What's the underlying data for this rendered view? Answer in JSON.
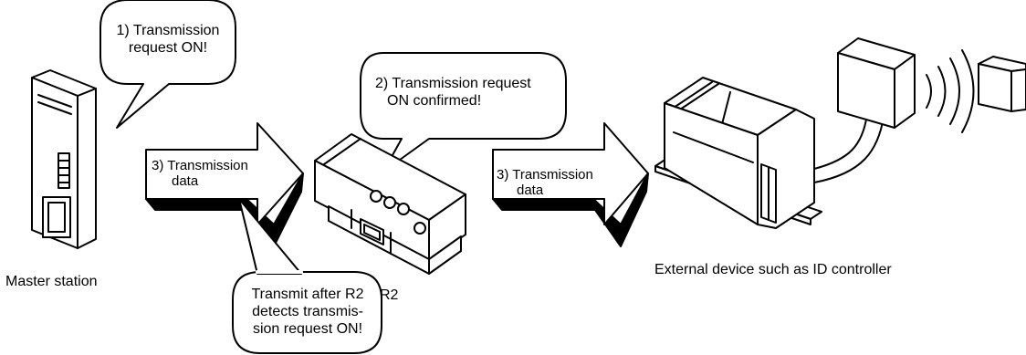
{
  "colors": {
    "ink": "#000000",
    "paper": "#ffffff"
  },
  "bubbles": {
    "transmission_request_on": {
      "line1": "1) Transmission",
      "line2": "request ON!"
    },
    "request_confirmed": {
      "line1": "2) Transmission request",
      "line2": "ON confirmed!"
    },
    "transmit_after": {
      "line1": "Transmit after R2",
      "line2": "detects transmis-",
      "line3": "sion request ON!"
    }
  },
  "arrows": {
    "master_to_r2": {
      "line1": "3) Transmission",
      "line2": "data"
    },
    "r2_to_external": {
      "line1": "3) Transmission",
      "line2": "data"
    }
  },
  "devices": {
    "master_station": {
      "label": "Master station"
    },
    "r2": {
      "label": "R2"
    },
    "external_device": {
      "label": "External device such as ID controller"
    }
  }
}
